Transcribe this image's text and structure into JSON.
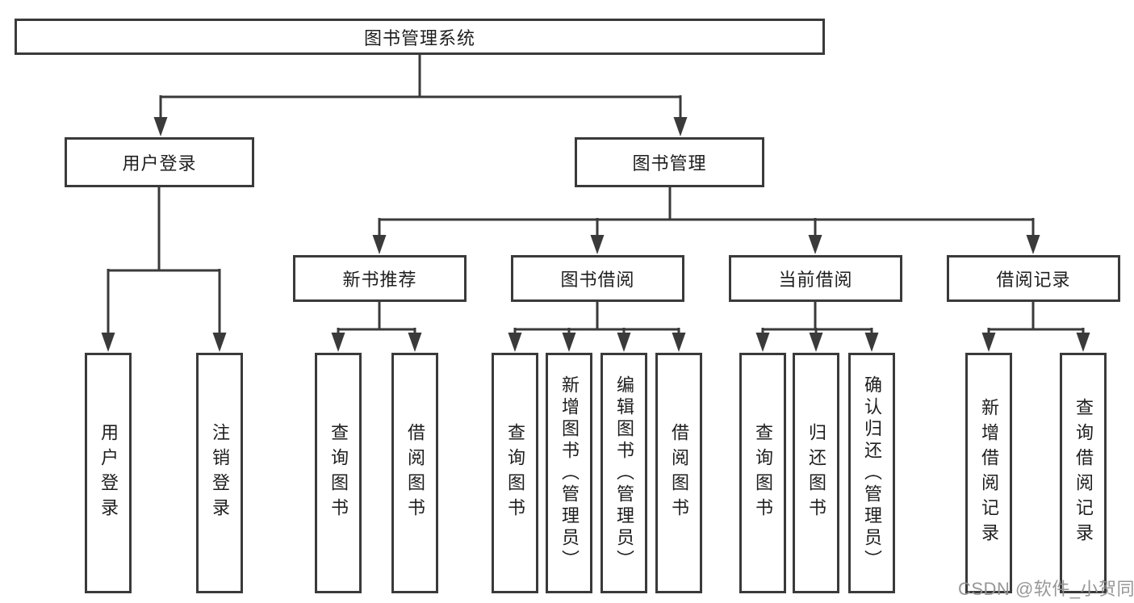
{
  "diagram": {
    "root": "图书管理系统",
    "level2": [
      {
        "label": "用户登录",
        "children": [
          "用户登录",
          "注销登录"
        ]
      },
      {
        "label": "图书管理",
        "sections": [
          {
            "label": "新书推荐",
            "children": [
              "查询图书",
              "借阅图书"
            ]
          },
          {
            "label": "图书借阅",
            "children": [
              "查询图书",
              "新增图书（管理员）",
              "编辑图书（管理员）",
              "借阅图书"
            ]
          },
          {
            "label": "当前借阅",
            "children": [
              "查询图书",
              "归还图书",
              "确认归还（管理员）"
            ]
          },
          {
            "label": "借阅记录",
            "children": [
              "新增借阅记录",
              "查询借阅记录"
            ]
          }
        ]
      }
    ]
  },
  "watermark": "CSDN @软件_小贺同学",
  "colors": {
    "line": "#3a3a3a",
    "text": "#1e1e1e",
    "box_background": "#ffffff",
    "watermark": "#919191"
  }
}
